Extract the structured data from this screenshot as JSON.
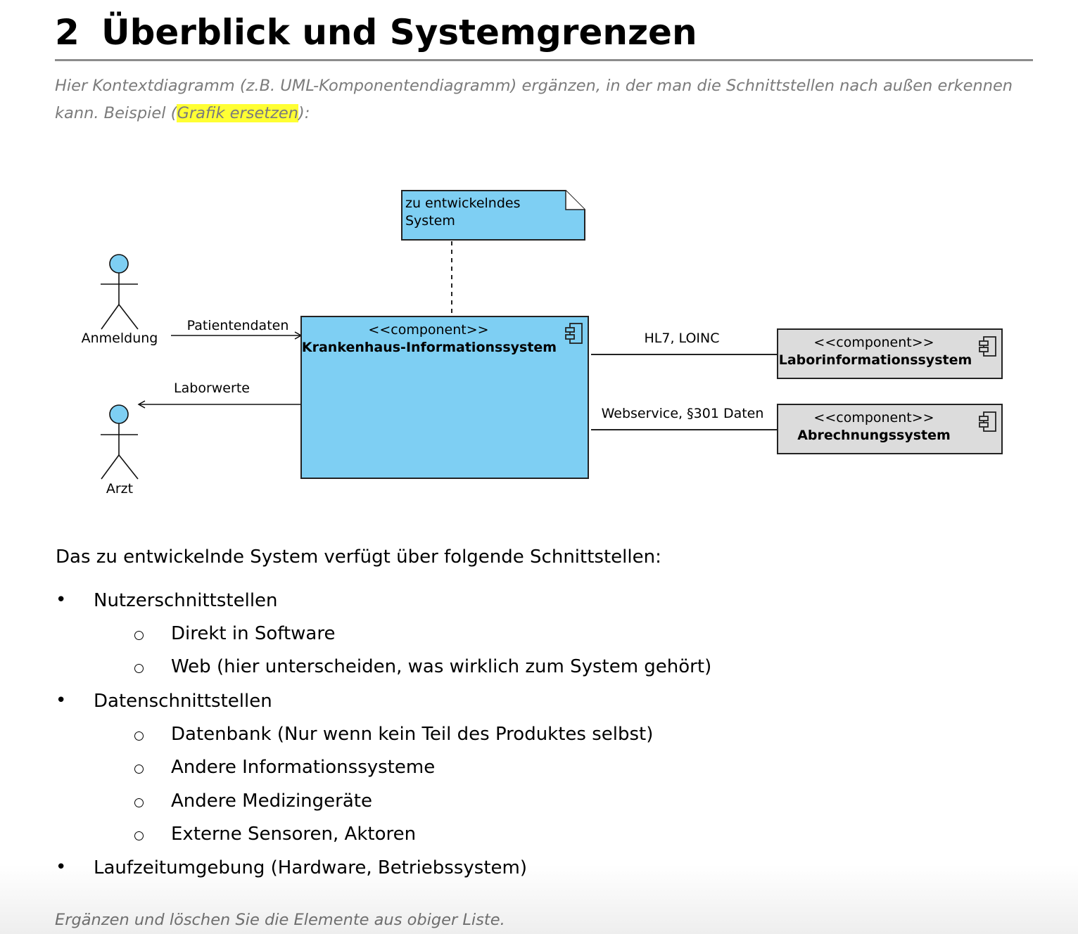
{
  "heading": {
    "number": "2",
    "title": "Überblick und Systemgrenzen"
  },
  "instruction": {
    "before": "Hier Kontextdiagramm (z.B. UML-Komponentendiagramm) ergänzen, in der man die Schnittstellen nach außen erkennen kann. Beispiel (",
    "highlighted": "Grafik ersetzen",
    "after": "):"
  },
  "diagram": {
    "note": {
      "line1": "zu entwickelndes",
      "line2": "System"
    },
    "actors": {
      "registration": "Anmeldung",
      "doctor": "Arzt"
    },
    "flows": {
      "patient_data": "Patientendaten",
      "lab_values": "Laborwerte"
    },
    "main_component": {
      "stereotype": "<<component>>",
      "name": "Krankenhaus-Informationssystem",
      "color": "#7ecff3"
    },
    "links": {
      "lab": "HL7, LOINC",
      "billing": "Webservice, §301 Daten"
    },
    "external_components": [
      {
        "stereotype": "<<component>>",
        "name": "Laborinformationssystem"
      },
      {
        "stereotype": "<<component>>",
        "name": "Abrechnungssystem"
      }
    ],
    "external_color": "#dcdcdc"
  },
  "intro": "Das zu entwickelnde System verfügt über folgende Schnittstellen:",
  "list": [
    {
      "label": "Nutzerschnittstellen",
      "children": [
        "Direkt in Software",
        "Web (hier unterscheiden, was wirklich zum System gehört)"
      ]
    },
    {
      "label": "Datenschnittstellen",
      "children": [
        "Datenbank (Nur wenn kein Teil des Produktes selbst)",
        "Andere Informationssysteme",
        "Andere Medizingeräte",
        "Externe Sensoren, Aktoren"
      ]
    },
    {
      "label": "Laufzeitumgebung (Hardware, Betriebssystem)",
      "children": []
    }
  ],
  "footnote": "Ergänzen und löschen Sie die Elemente aus obiger Liste."
}
